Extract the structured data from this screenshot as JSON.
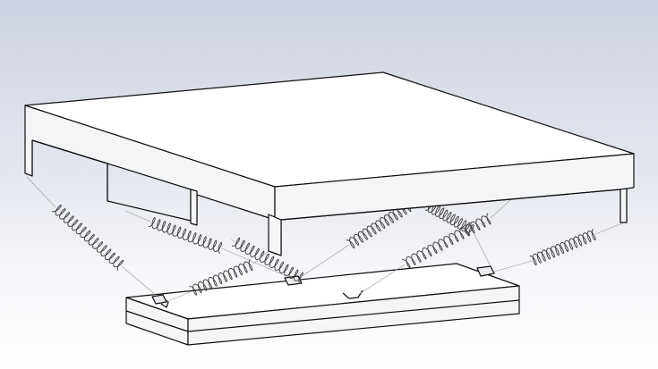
{
  "viewport": {
    "background_top": "#ced3e1",
    "background_bottom": "#ffffff",
    "edge_color": "#111111",
    "spring_color": "#3a3a3a"
  },
  "model": {
    "parts": [
      "top-cover",
      "base-plate",
      "springs"
    ],
    "spring_count": 8
  }
}
